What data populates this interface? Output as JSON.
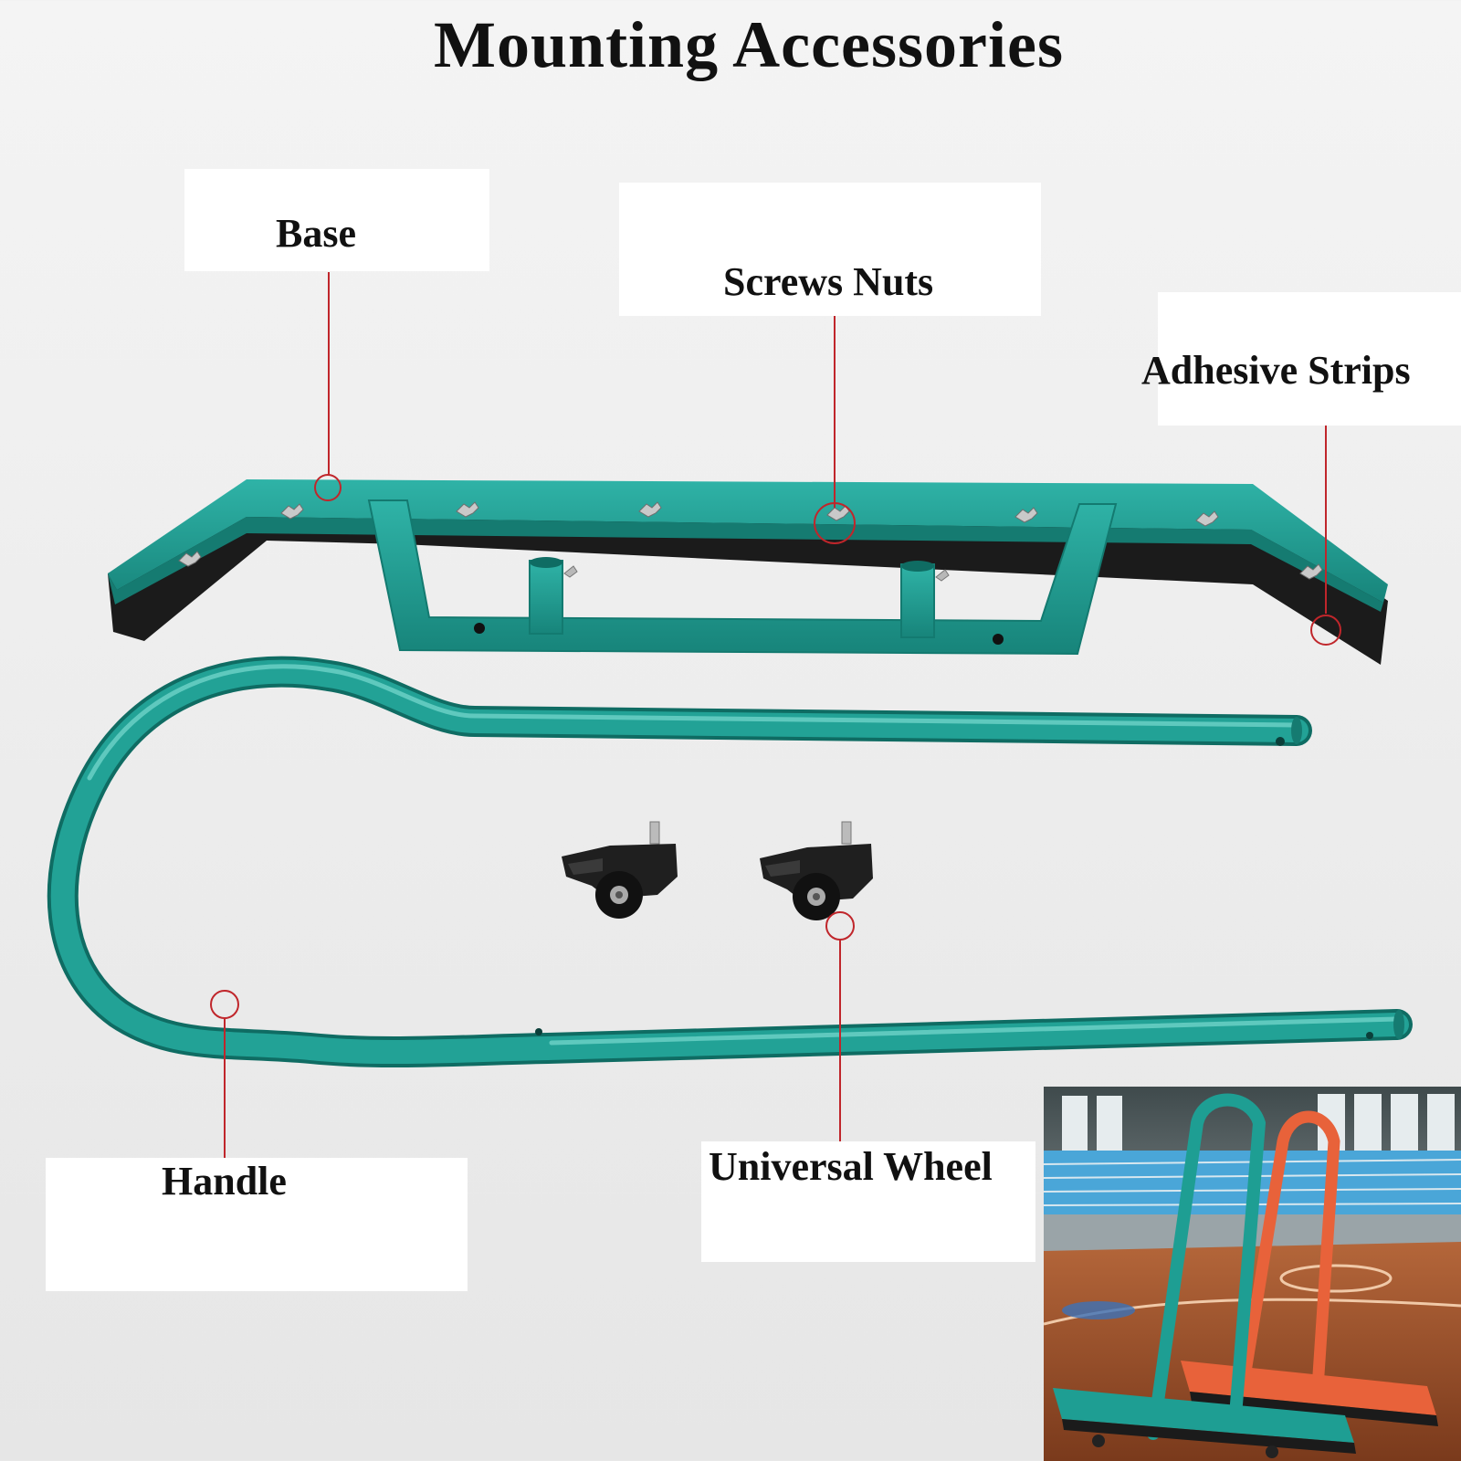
{
  "title": "Mounting Accessories",
  "labels": {
    "base": "Base",
    "screws_nuts": "Screws Nuts",
    "adhesive_strips": "Adhesive Strips",
    "handle": "Handle",
    "universal_wheel": "Universal Wheel"
  },
  "colors": {
    "frame": "#1e9e93",
    "frame_dark": "#137a70",
    "rubber": "#1b1b1b",
    "callout": "#c0262b",
    "orange_frame": "#e8623a"
  }
}
